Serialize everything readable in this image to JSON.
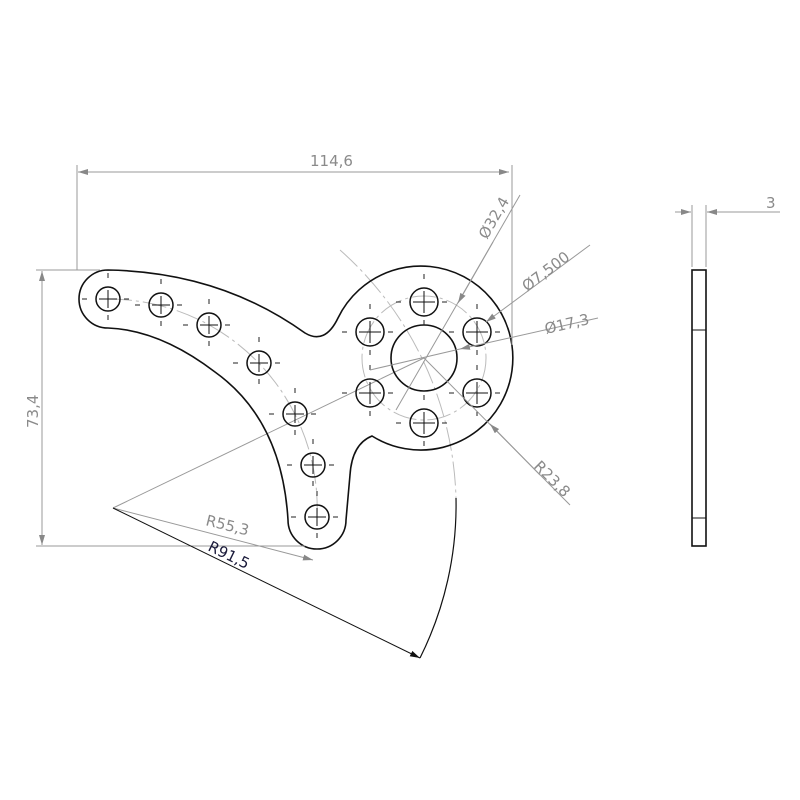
{
  "dimensions": {
    "overall_width": "114,6",
    "overall_height": "73,4",
    "thickness": "3",
    "bolt_circle_diameter": "Ø32,4",
    "bolt_hole_diameter": "Ø7,500",
    "center_hole_diameter": "Ø17,3",
    "hub_radius": "R23,8",
    "arm_hole_arc_radius": "R55,3",
    "outer_arc_radius": "R91,5"
  }
}
